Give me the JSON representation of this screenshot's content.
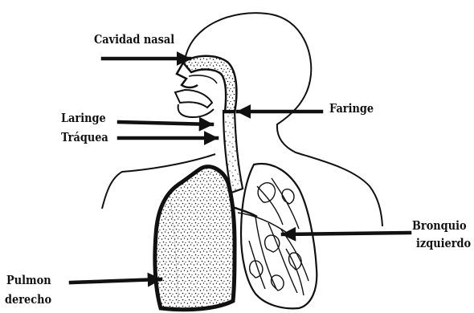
{
  "figure": {
    "ink_color": "#111111",
    "background": "#ffffff"
  },
  "labels": {
    "cavidad_nasal": "Cavidad nasal",
    "faringe": "Faringe",
    "laringe": "Laringe",
    "traquea": "Tráquea",
    "bronquio": "Bronquio",
    "izquierdo": "izquierdo",
    "pulmon": "Pulmon",
    "derecho": "derecho"
  }
}
